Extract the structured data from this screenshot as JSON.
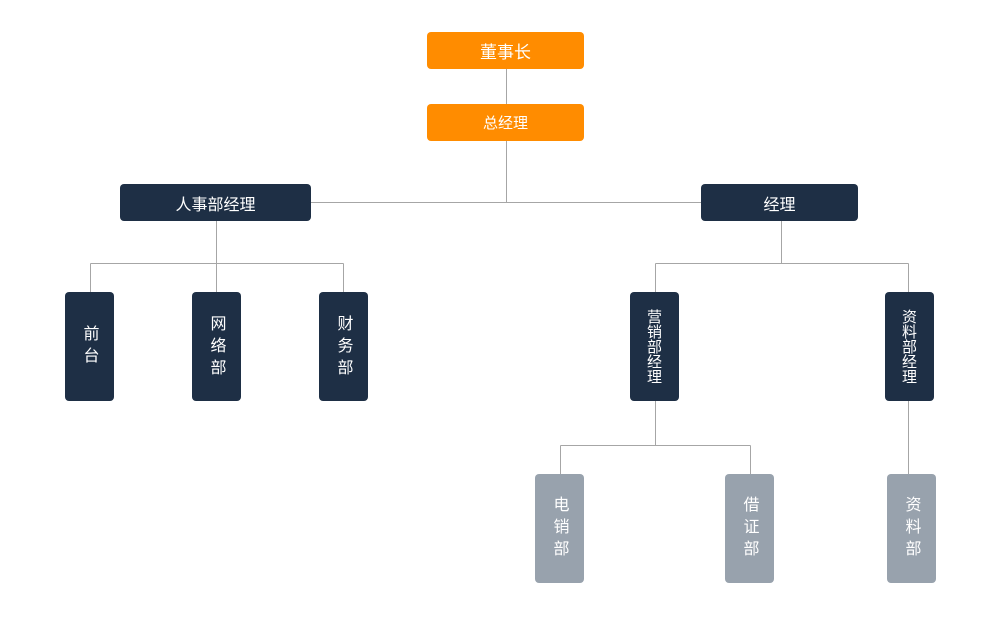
{
  "chart": {
    "nodes": {
      "chairman": "董事长",
      "general_manager": "总经理",
      "hr_manager": "人事部经理",
      "manager": "经理",
      "reception": "前台",
      "network": "网络部",
      "finance": "财务部",
      "sales_manager": "营销部经理",
      "data_manager": "资料部经理",
      "telesales": "电销部",
      "securities": "借证部",
      "data_dept": "资料部"
    },
    "colors": {
      "top_level": "#ff8c00",
      "mid_level": "#1e2f45",
      "bottom_level": "#98a2ad",
      "connector": "#a6a6a6"
    }
  }
}
